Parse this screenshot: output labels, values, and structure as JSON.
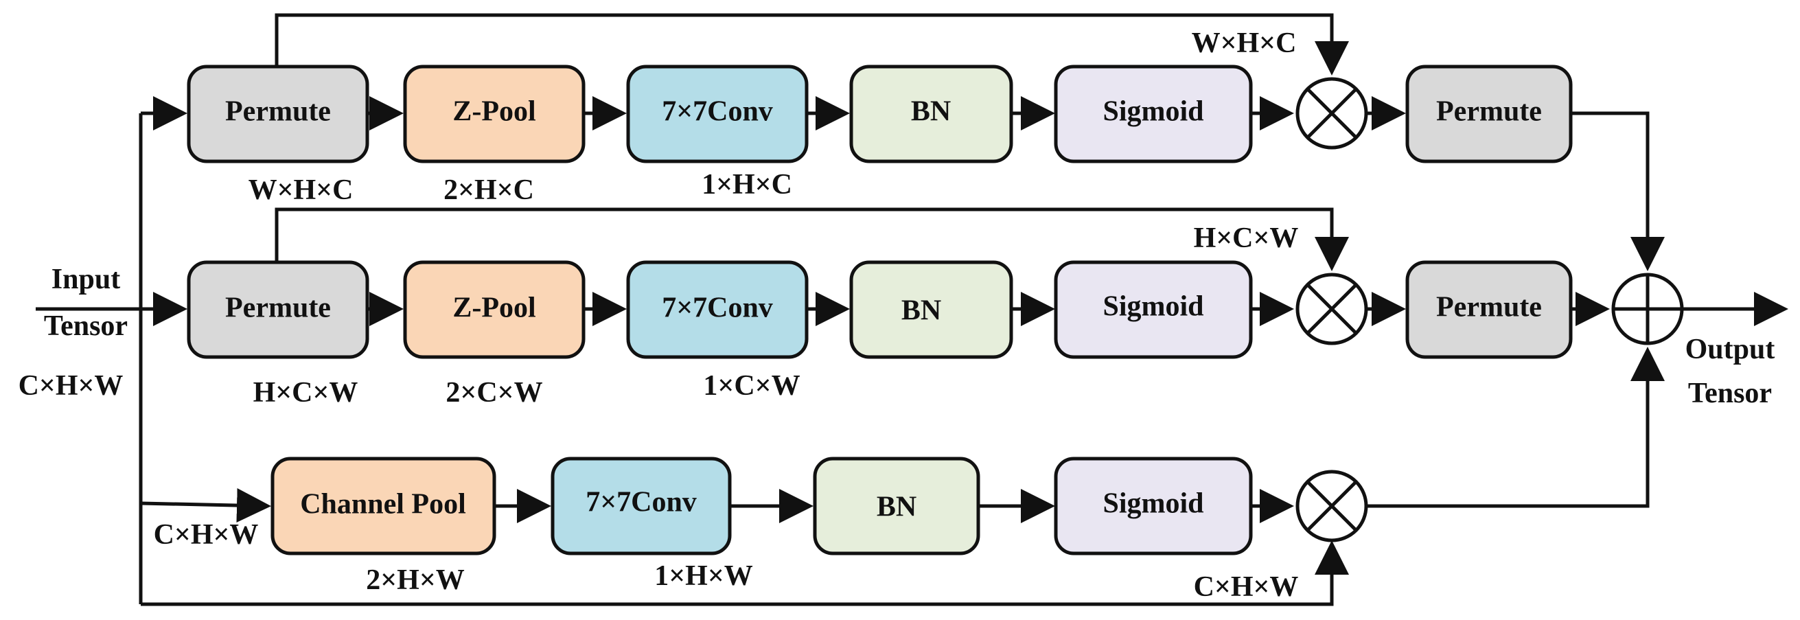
{
  "diagram": {
    "input_label_line1": "Input",
    "input_label_line2": "Tensor",
    "input_dim": "C×H×W",
    "output_label_line1": "Output",
    "output_label_line2": "Tensor",
    "colors": {
      "permute": "#d9d9d9",
      "zpool": "#fad6b6",
      "conv": "#b4dde8",
      "bn": "#e6eedb",
      "sigmoid": "#e9e6f2",
      "stroke": "#111111"
    },
    "branch1": {
      "permute1": "Permute",
      "zpool": "Z-Pool",
      "conv": "7×7Conv",
      "bn": "BN",
      "sigmoid": "Sigmoid",
      "permute2": "Permute",
      "dim_after_permute": "W×H×C",
      "dim_after_zpool": "2×H×C",
      "dim_after_conv": "1×H×C",
      "dim_skip": "W×H×C"
    },
    "branch2": {
      "permute1": "Permute",
      "zpool": "Z-Pool",
      "conv": "7×7Conv",
      "bn": "BN",
      "sigmoid": "Sigmoid",
      "permute2": "Permute",
      "dim_after_permute": "H×C×W",
      "dim_after_zpool": "2×C×W",
      "dim_after_conv": "1×C×W",
      "dim_skip": "H×C×W"
    },
    "branch3": {
      "pool": "Channel Pool",
      "conv": "7×7Conv",
      "bn": "BN",
      "sigmoid": "Sigmoid",
      "dim_input": "C×H×W",
      "dim_after_pool": "2×H×W",
      "dim_after_conv": "1×H×W",
      "dim_skip": "C×H×W"
    }
  }
}
